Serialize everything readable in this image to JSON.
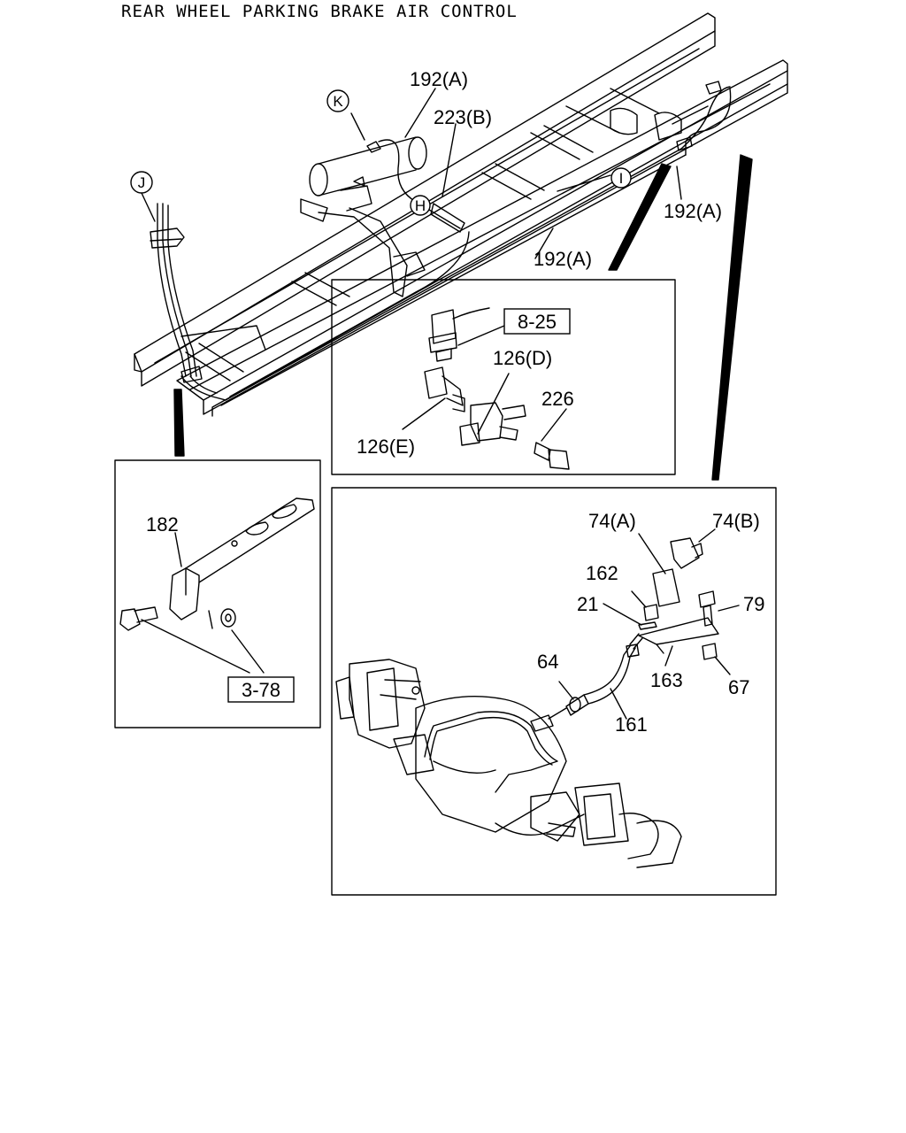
{
  "title": "REAR WHEEL PARKING BRAKE AIR CONTROL",
  "callouts": {
    "K": "K",
    "J": "J",
    "H": "H",
    "I": "I"
  },
  "labels": {
    "l192a_top": "192(A)",
    "l223b": "223(B)",
    "l192a_right": "192(A)",
    "l192a_mid": "192(A)",
    "l825": "8-25",
    "l126d": "126(D)",
    "l226": "226",
    "l126e": "126(E)",
    "l182": "182",
    "l378": "3-78",
    "l74a": "74(A)",
    "l74b": "74(B)",
    "l162": "162",
    "l21": "21",
    "l79": "79",
    "l64": "64",
    "l163": "163",
    "l67": "67",
    "l161": "161"
  },
  "colors": {
    "line": "#000000",
    "background": "#ffffff"
  }
}
